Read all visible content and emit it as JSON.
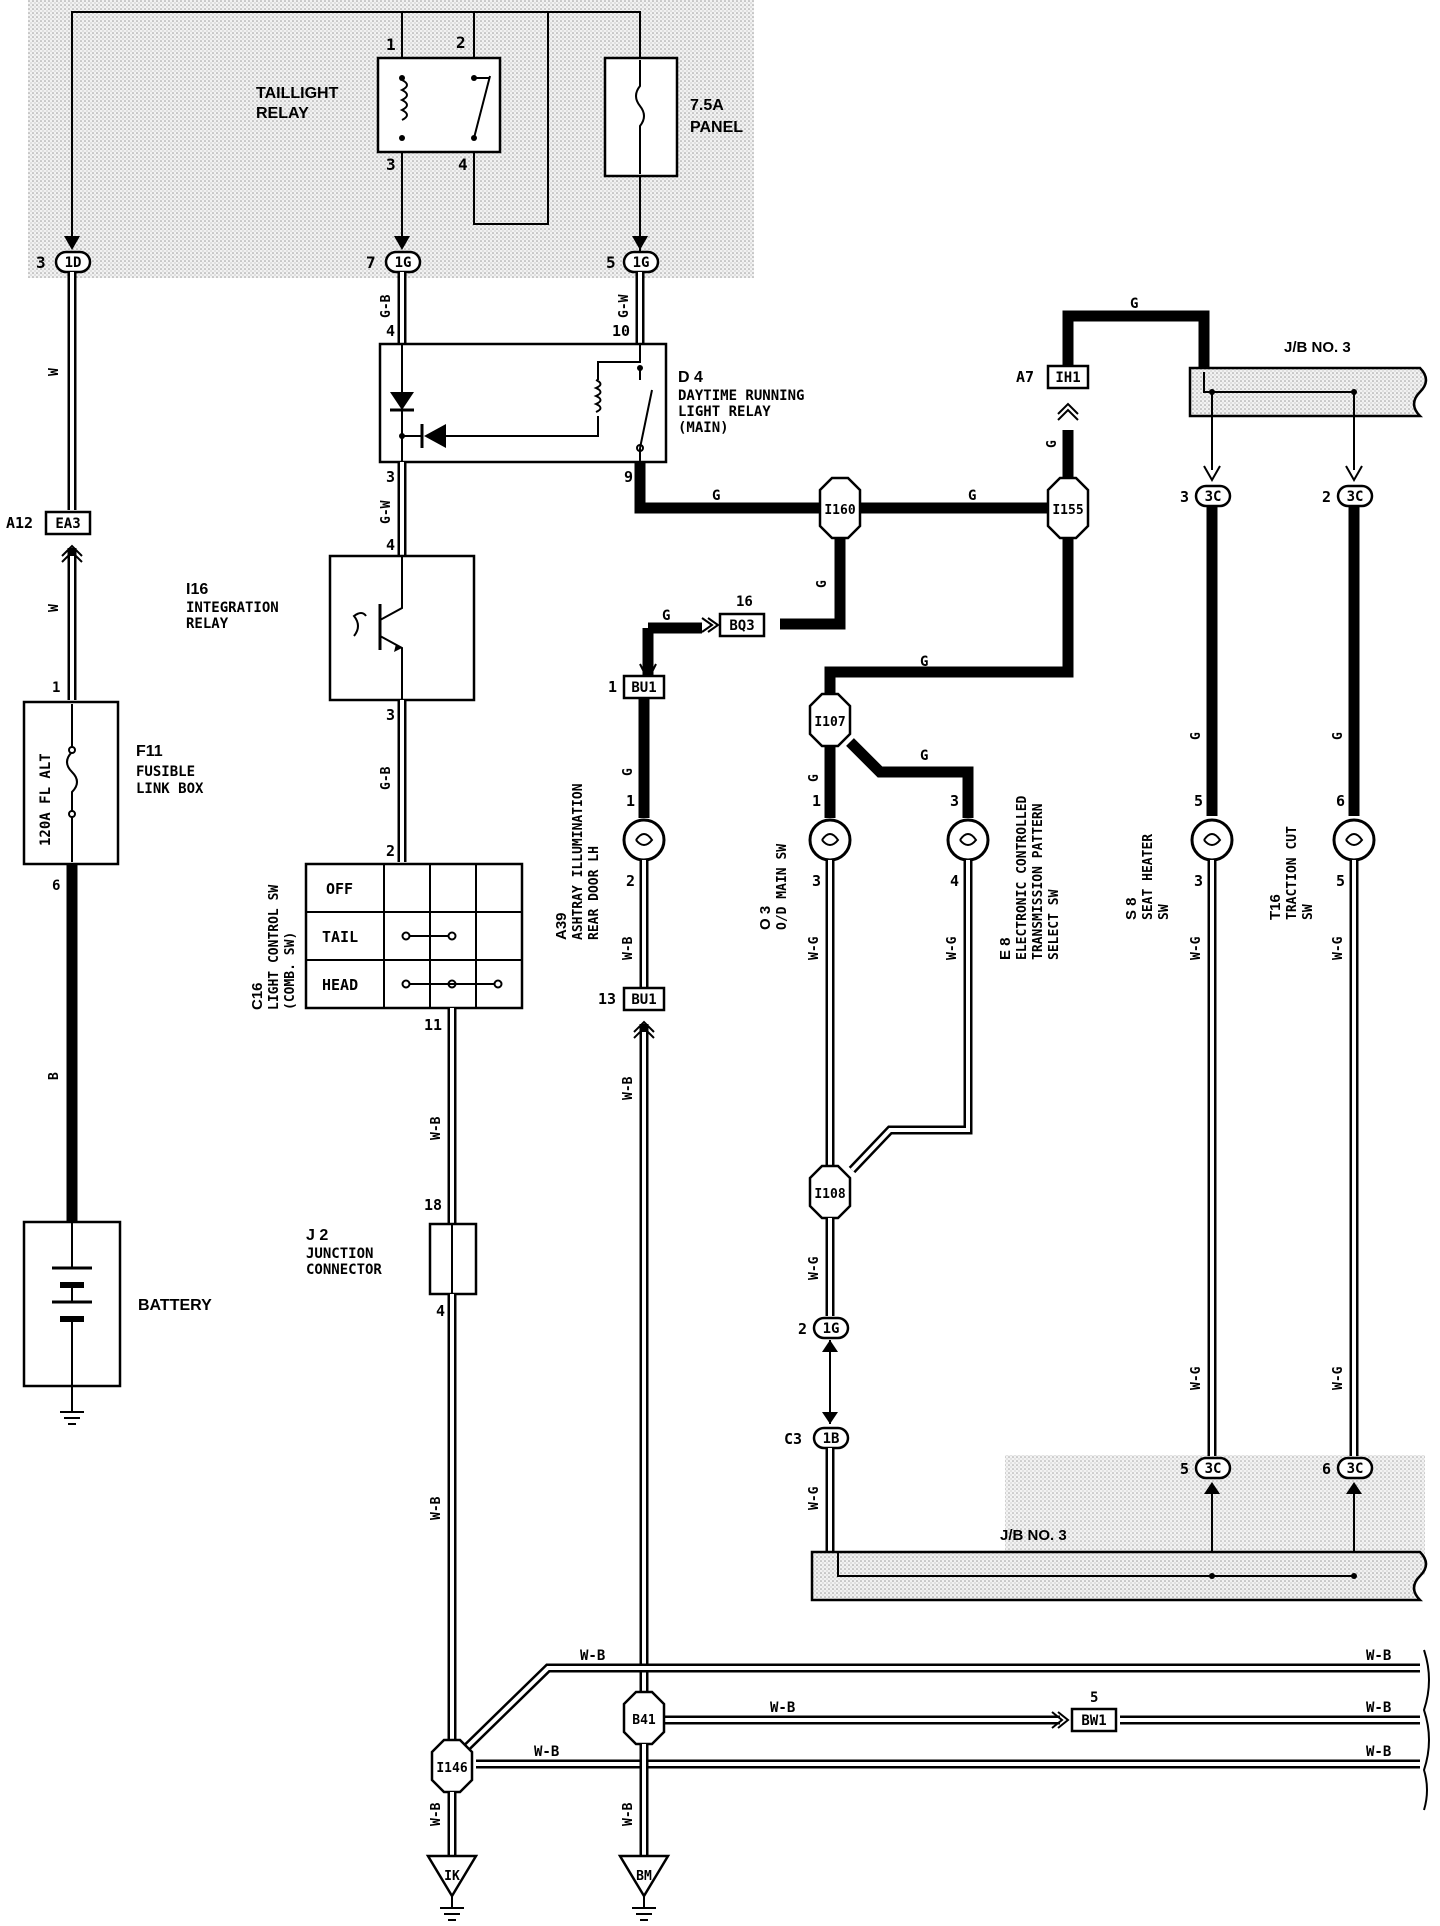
{
  "components": {
    "taillight_relay": {
      "name": "TAILLIGHT",
      "name2": "RELAY",
      "pins": [
        "1",
        "2",
        "3",
        "4"
      ]
    },
    "panel_fuse": {
      "rating": "7.5A",
      "name": "PANEL"
    },
    "daytime_relay": {
      "code": "D 4",
      "name": "DAYTIME RUNNING",
      "name2": "LIGHT RELAY",
      "name3": "(MAIN)",
      "pins": [
        "4",
        "10",
        "3",
        "9"
      ]
    },
    "integration_relay": {
      "code": "I16",
      "name": "INTEGRATION",
      "name2": "RELAY",
      "pins": [
        "4",
        "3"
      ]
    },
    "fusible_link": {
      "code": "F11",
      "name": "FUSIBLE",
      "name2": "LINK BOX",
      "inner": "120A FL ALT",
      "pins": [
        "1",
        "6"
      ]
    },
    "battery": {
      "name": "BATTERY"
    },
    "light_control_sw": {
      "code": "C16",
      "name": "LIGHT CONTROL SW",
      "name2": "(COMB. SW)",
      "rows": [
        "OFF",
        "TAIL",
        "HEAD"
      ],
      "pins": [
        "2",
        "11"
      ]
    },
    "junction_connector": {
      "code": "J 2",
      "name": "JUNCTION",
      "name2": "CONNECTOR",
      "pins": [
        "18",
        "4"
      ]
    },
    "ashtray": {
      "code": "A39",
      "name": "ASHTRAY ILLUMINATION",
      "name2": "REAR DOOR LH",
      "pins": [
        "1",
        "2"
      ]
    },
    "od_main_sw": {
      "code": "O 3",
      "name": "O/D MAIN SW",
      "pins": [
        "1",
        "3"
      ]
    },
    "ect_sw": {
      "code": "E 8",
      "name": "ELECTRONIC CONTROLLED",
      "name2": "TRANSMISSION PATTERN",
      "name3": "SELECT SW",
      "pins": [
        "3",
        "4"
      ]
    },
    "seat_heater_sw": {
      "code": "S 8",
      "name": "SEAT HEATER",
      "name2": "SW",
      "pins": [
        "5",
        "3"
      ]
    },
    "traction_cut_sw": {
      "code": "T16",
      "name": "TRACTION CUT",
      "name2": "SW",
      "pins": [
        "6",
        "5"
      ]
    },
    "jb3_top": {
      "name": "J/B NO. 3"
    },
    "jb3_bottom": {
      "name": "J/B NO. 3"
    }
  },
  "connectors": {
    "c1D": {
      "id": "1D",
      "pin": "3"
    },
    "c1G_7": {
      "id": "1G",
      "pin": "7"
    },
    "c1G_5": {
      "id": "1G",
      "pin": "5"
    },
    "EA3": {
      "id": "EA3",
      "pin": "A12"
    },
    "IH1": {
      "id": "IH1",
      "pin": "A7"
    },
    "BQ3": {
      "id": "BQ3",
      "pin": "16"
    },
    "BU1_a": {
      "id": "BU1",
      "pin": "1"
    },
    "BU1_b": {
      "id": "BU1",
      "pin": "13"
    },
    "c3C_3": {
      "id": "3C",
      "pin": "3"
    },
    "c3C_2": {
      "id": "3C",
      "pin": "2"
    },
    "c3C_5": {
      "id": "3C",
      "pin": "5"
    },
    "c3C_6": {
      "id": "3C",
      "pin": "6"
    },
    "c1G_2": {
      "id": "1G",
      "pin": "2"
    },
    "c1B": {
      "id": "1B",
      "pin": "C3"
    },
    "BW1": {
      "id": "BW1",
      "pin": "5"
    }
  },
  "splices": {
    "I160": "I160",
    "I155": "I155",
    "I107": "I107",
    "I108": "I108",
    "B41": "B41",
    "I146": "I146"
  },
  "grounds": {
    "IK": "IK",
    "BM": "BM"
  },
  "wires": {
    "W": "W",
    "B": "B",
    "G_B": "G-B",
    "G_W": "G-W",
    "G": "G",
    "W_B": "W-B",
    "W_G": "W-G"
  }
}
